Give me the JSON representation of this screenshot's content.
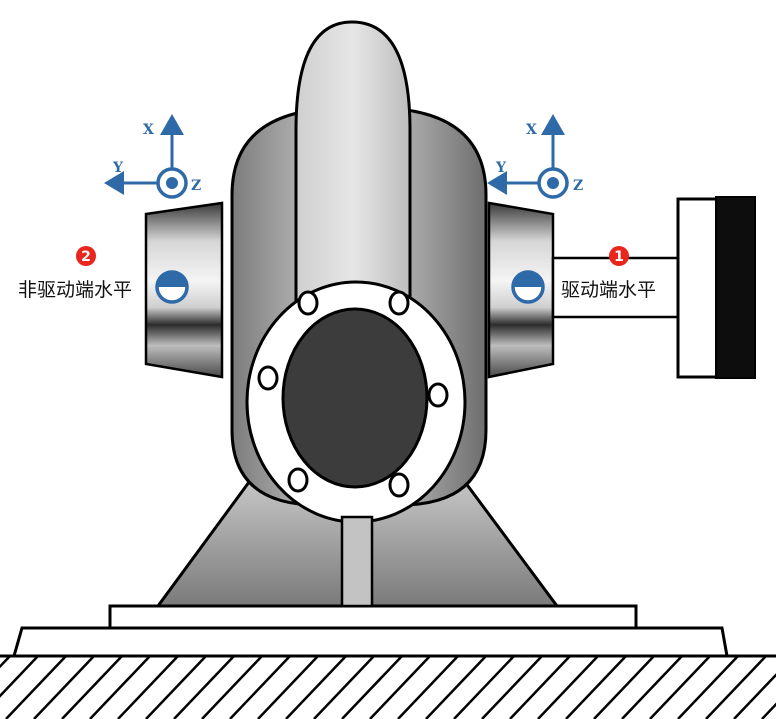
{
  "labels": {
    "drive_end": "驱动端水平",
    "non_drive_end": "非驱动端水平"
  },
  "badges": {
    "drive_end": "1",
    "non_drive_end": "2"
  },
  "axes": {
    "x": "X",
    "y": "Y",
    "z": "Z"
  },
  "colors": {
    "axis_blue": "#2f6aa8",
    "badge_red": "#e8261c",
    "housing_gray": "#9e9e9e",
    "flange_dark": "#3c3c3c"
  }
}
